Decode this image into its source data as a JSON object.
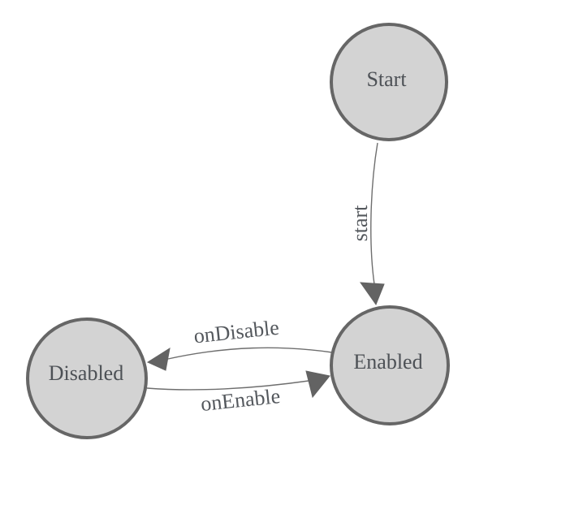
{
  "diagram": {
    "type": "state-machine",
    "nodes": [
      {
        "id": "Start",
        "label": "Start"
      },
      {
        "id": "Enabled",
        "label": "Enabled"
      },
      {
        "id": "Disabled",
        "label": "Disabled"
      }
    ],
    "edges": [
      {
        "from": "Start",
        "to": "Enabled",
        "label": "start"
      },
      {
        "from": "Enabled",
        "to": "Disabled",
        "label": "onDisable"
      },
      {
        "from": "Disabled",
        "to": "Enabled",
        "label": "onEnable"
      }
    ]
  },
  "colors": {
    "background": "#ffffff",
    "node_fill": "#d3d3d3",
    "node_stroke": "#666666",
    "edge_line": "#6e6e6e",
    "arrow_fill": "#636363",
    "node_text": "#4d5156",
    "edge_text": "#54585d"
  }
}
